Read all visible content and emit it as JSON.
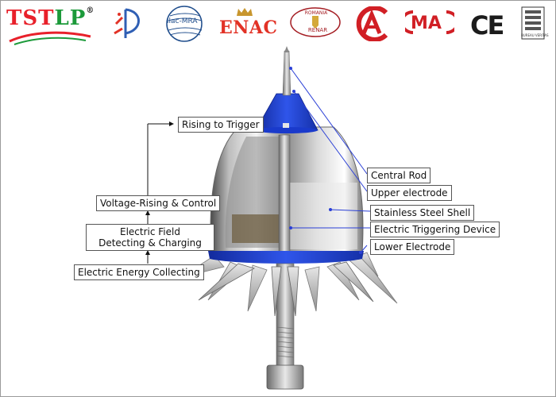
{
  "brand": {
    "name_part1": "TST",
    "name_part2": "LP",
    "registered_mark": "®"
  },
  "certifications": [
    {
      "name": "ilac-mra",
      "text": "ilac-MRA"
    },
    {
      "name": "enac",
      "text": "ENAC"
    },
    {
      "name": "renar",
      "text_top": "ROMANIA",
      "text_bottom": "RENAR"
    },
    {
      "name": "ma",
      "text": "MA"
    },
    {
      "name": "ce",
      "text": "CE"
    },
    {
      "name": "bureau-veritas",
      "text": "BUREAU VERITAS"
    }
  ],
  "diagram": {
    "left_flow": {
      "rising_to_trigger": "Rising to Trigger",
      "voltage_rising_control": "Voltage-Rising & Control",
      "field_detecting_line1": "Electric Field",
      "field_detecting_line2": "Detecting & Charging",
      "energy_collecting": "Electric Energy Collecting"
    },
    "parts": {
      "central_rod": "Central Rod",
      "upper_electrode": "Upper electrode",
      "stainless_shell": "Stainless Steel Shell",
      "triggering_device": "Electric Triggering Device",
      "lower_electrode": "Lower Electrode"
    }
  },
  "colors": {
    "brand_red": "#e8202a",
    "brand_green": "#1c9a3a",
    "electrode_blue": "#1f3fd1",
    "leader_line": "#2a3fd6"
  }
}
